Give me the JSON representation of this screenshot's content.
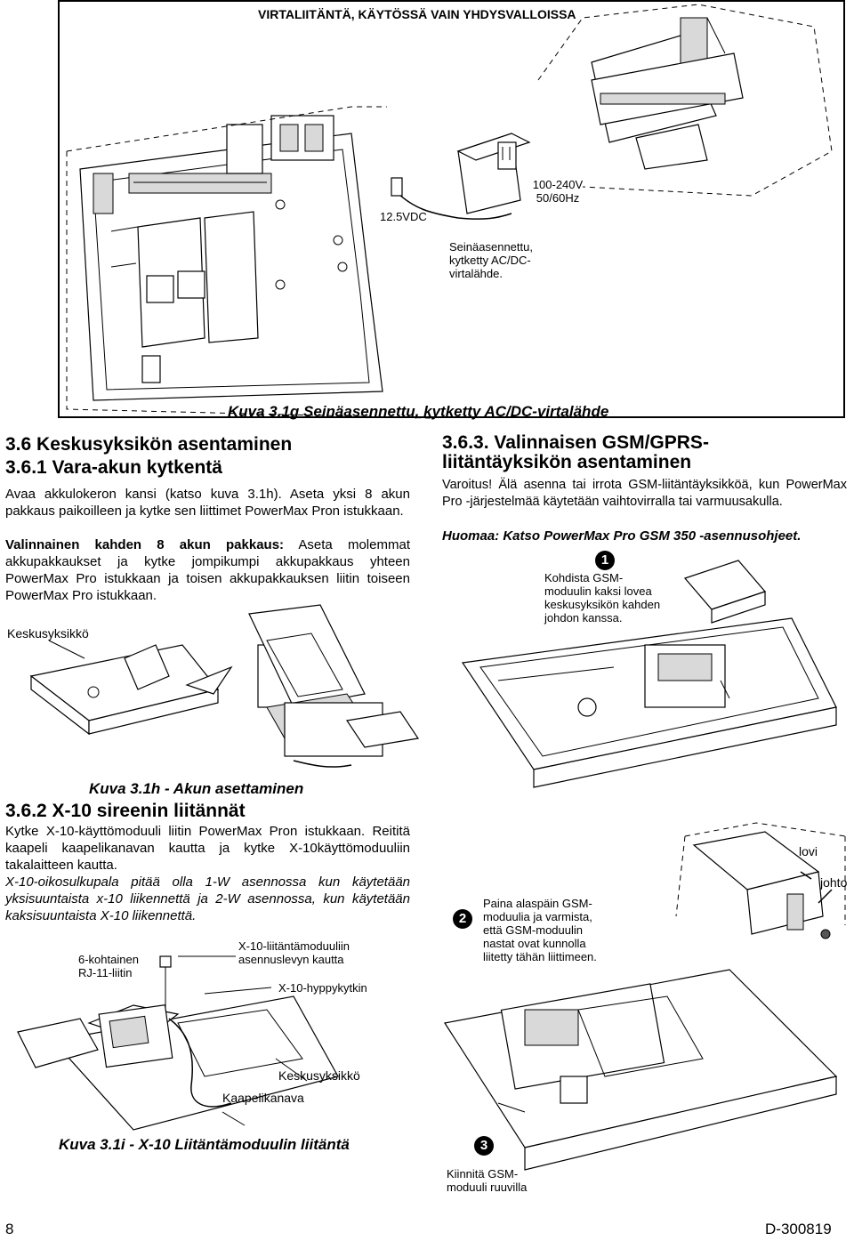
{
  "top_figure": {
    "header": "VIRTALIITÄNTÄ, KÄYTÖSSÄ VAIN YHDYSVALLOISSA",
    "label_12v": "12.5VDC",
    "label_ac_line1": "100-240V",
    "label_ac_line2": "50/60Hz",
    "label_adapter": [
      "Seinäasennettu,",
      "kytketty AC/DC-",
      "virtalähde."
    ],
    "caption": "Kuva 3.1g Seinäasennettu, kytketty AC/DC-virtalähde"
  },
  "section_36": {
    "title": "3.6 Keskusyksikön asentaminen",
    "sub1_title": "3.6.1 Vara-akun kytkentä",
    "para1": "Avaa akkulokeron kansi (katso kuva 3.1h). Aseta yksi 8 akun pakkaus paikoilleen ja kytke sen liittimet PowerMax Pron istukkaan.",
    "para2_bold": "Valinnainen kahden 8 akun pakkaus:",
    "para2": " Aseta molemmat akkupakkaukset ja kytke jompikumpi akkupakkaus yhteen PowerMax Pro istukkaan ja toisen akkupakkauksen liitin toiseen PowerMax Pro istukkaan.",
    "label_keskusyksikko": "Keskusyksikkö",
    "fig_caption": "Kuva 3.1h - Akun asettaminen"
  },
  "section_363": {
    "title_line1": "3.6.3. Valinnaisen GSM/GPRS-",
    "title_line2": "liitäntäyksikön asentaminen",
    "warning": "Varoitus! Älä asenna tai irrota GSM-liitäntäyksikköä, kun PowerMax Pro -järjestelmää käytetään vaihtovirralla tai varmuusakulla.",
    "note": "Huomaa: Katso PowerMax Pro GSM 350 -asennusohjeet.",
    "step1_num": "1",
    "step1_text": [
      "Kohdista GSM-",
      "moduulin kaksi lovea",
      "keskusyksikön kahden",
      "johdon kanssa."
    ],
    "step2_num": "2",
    "step2_text": [
      "Paina alaspäin GSM-",
      "moduulia ja varmista,",
      "että GSM-moduulin",
      "nastat ovat kunnolla",
      "liitetty tähän liittimeen."
    ],
    "label_lovi": "lovi",
    "label_johto": "johto",
    "step3_num": "3",
    "step3_text": [
      "Kiinnitä GSM-",
      "moduuli ruuvilla"
    ]
  },
  "section_362": {
    "title": "3.6.2 X-10 sireenin liitännät",
    "para1": "Kytke X-10-käyttömoduuli liitin PowerMax Pron istukkaan. Reititä kaapeli kaapelikanavan kautta ja kytke X-10käyttömoduuliin takalaitteen kautta.",
    "para2": "X-10-oikosulkupala pitää olla 1-W asennossa kun käytetään yksisuuntaista x-10 liikennettä ja 2-W asennossa, kun käytetään kaksisuuntaista X-10 liikennettä.",
    "label_rj11": [
      "6-kohtainen",
      "RJ-11-liitin"
    ],
    "label_x10_module": [
      "X-10-liitäntämoduuliin",
      "asennuslevyn kautta"
    ],
    "label_jumper": "X-10-hyppykytkin",
    "label_keskusyksikko": "Keskusyksikkö",
    "label_kaapelikanava": "Kaapelikanava",
    "fig_caption": "Kuva 3.1i - X-10 Liitäntämoduulin liitäntä"
  },
  "footer": {
    "page_number": "8",
    "doc_id": "D-300819"
  }
}
